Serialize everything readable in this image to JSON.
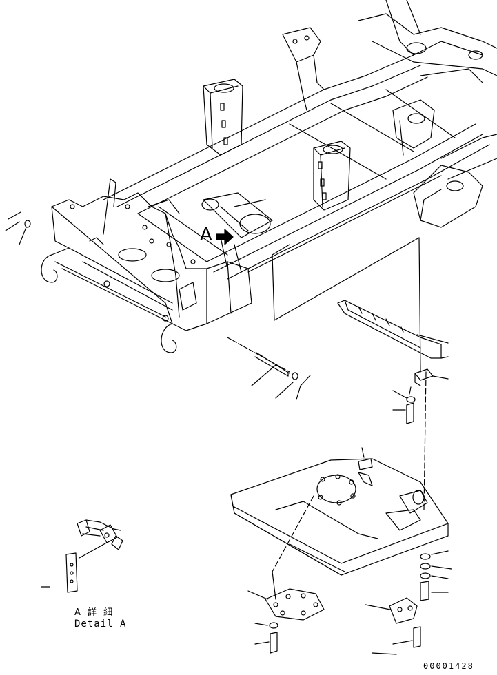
{
  "diagram": {
    "view_label": "A",
    "detail_label_jp": "A 詳 細",
    "detail_label_en": "Detail A",
    "drawing_number": "00001428"
  },
  "colors": {
    "ink": "#000000",
    "paper": "#ffffff"
  }
}
